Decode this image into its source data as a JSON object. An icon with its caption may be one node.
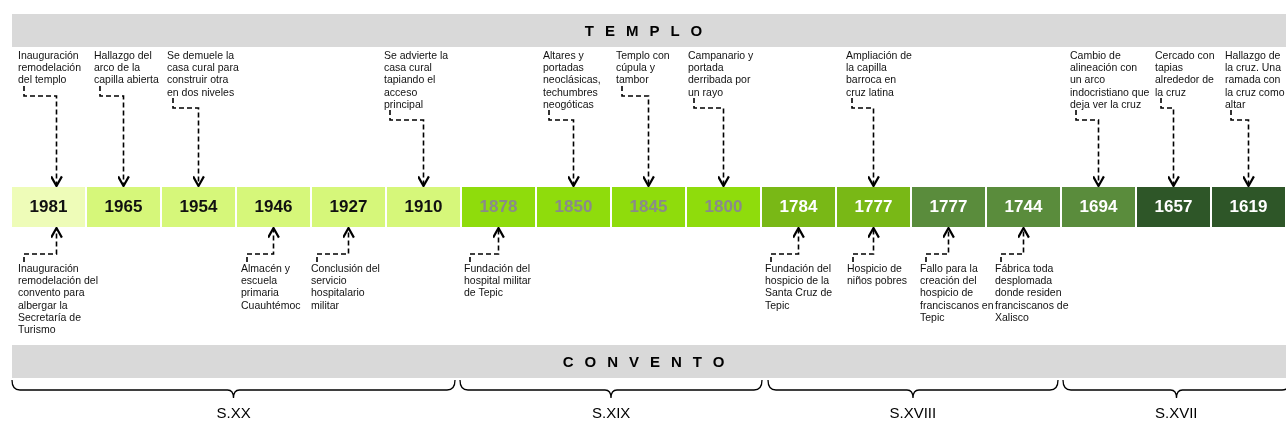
{
  "diagram": {
    "nodes": [
      {
        "text": [
          "TEMPLO"
        ]
      },
      {
        "text": [
          "Inauguración remodelación del templo"
        ]
      },
      {
        "text": [
          "Hallazgo del arco de la capilla abierta"
        ]
      },
      {
        "text": [
          "Se demuele la casa cural para construir otra en dos niveles"
        ]
      },
      {
        "text": [
          "Se advierte la casa cural tapiando el acceso principal"
        ]
      },
      {
        "text": [
          "Altares y portadas neoclásicas, techumbres neogóticas"
        ]
      },
      {
        "text": [
          "Templo con cúpula y tambor"
        ]
      },
      {
        "text": [
          "Campanario y portada derribada por un rayo"
        ]
      },
      {
        "text": [
          "Ampliación de la capilla barroca en cruz latina"
        ]
      },
      {
        "text": [
          "Cambio de alineación con un arco indocristiano que deja ver la cruz"
        ]
      },
      {
        "text": [
          "Cercado con tapias alrededor de la cruz"
        ]
      },
      {
        "text": [
          "Hallazgo de la cruz. Una ramada con la cruz como altar"
        ]
      },
      {
        "text": [
          "1981"
        ]
      },
      {
        "text": [
          "1965"
        ]
      },
      {
        "text": [
          "1954"
        ]
      },
      {
        "text": [
          "1946"
        ]
      },
      {
        "text": [
          "1927"
        ]
      },
      {
        "text": [
          "1910"
        ]
      },
      {
        "text": [
          "1878"
        ]
      },
      {
        "text": [
          "1850"
        ]
      },
      {
        "text": [
          "1845"
        ]
      },
      {
        "text": [
          "1800"
        ]
      },
      {
        "text": [
          "1784"
        ]
      },
      {
        "text": [
          "1777"
        ]
      },
      {
        "text": [
          "1777"
        ]
      },
      {
        "text": [
          "1744"
        ]
      },
      {
        "text": [
          "1694"
        ]
      },
      {
        "text": [
          "1657"
        ]
      },
      {
        "text": [
          "1619"
        ]
      },
      {
        "text": [
          "Inauguración remodelación del convento para albergar la Secretaría de Turismo"
        ]
      },
      {
        "text": [
          "Almacén y escuela primaria Cuauhtémoc"
        ]
      },
      {
        "text": [
          "Conclusión del servicio hospitalario militar"
        ]
      },
      {
        "text": [
          "Fundación del hospital militar de Tepic"
        ]
      },
      {
        "text": [
          "Fundación del hospicio de la Santa Cruz de Tepic"
        ]
      },
      {
        "text": [
          "Hospicio de niños pobres"
        ]
      },
      {
        "text": [
          "Fallo para la creación del hospicio de franciscanos en Tepic"
        ]
      },
      {
        "text": [
          "Fábrica toda desplomada donde residen franciscanos de Xalisco"
        ]
      },
      {
        "text": [
          "CONVENTO"
        ]
      }
    ],
    "edges": [
      {
        "from": 1,
        "to": 12,
        "arrow": "to",
        "style": "dashed"
      },
      {
        "from": 2,
        "to": 13,
        "arrow": "to",
        "style": "dashed"
      },
      {
        "from": 3,
        "to": 14,
        "arrow": "to",
        "style": "dashed"
      },
      {
        "from": 4,
        "to": 17,
        "arrow": "to",
        "style": "dashed"
      },
      {
        "from": 5,
        "to": 19,
        "arrow": "to",
        "style": "dashed"
      },
      {
        "from": 6,
        "to": 20,
        "arrow": "to",
        "style": "dashed"
      },
      {
        "from": 7,
        "to": 21,
        "arrow": "to",
        "style": "dashed"
      },
      {
        "from": 8,
        "to": 23,
        "arrow": "to",
        "style": "dashed"
      },
      {
        "from": 9,
        "to": 26,
        "arrow": "to",
        "style": "dashed"
      },
      {
        "from": 10,
        "to": 27,
        "arrow": "to",
        "style": "dashed"
      },
      {
        "from": 11,
        "to": 28,
        "arrow": "to",
        "style": "dashed"
      },
      {
        "from": 29,
        "to": 12,
        "arrow": "to",
        "style": "dashed"
      },
      {
        "from": 30,
        "to": 15,
        "arrow": "to",
        "style": "dashed"
      },
      {
        "from": 31,
        "to": 16,
        "arrow": "to",
        "style": "dashed"
      },
      {
        "from": 32,
        "to": 18,
        "arrow": "to",
        "style": "dashed"
      },
      {
        "from": 33,
        "to": 22,
        "arrow": "to",
        "style": "dashed"
      },
      {
        "from": 34,
        "to": 23,
        "arrow": "to",
        "style": "dashed"
      },
      {
        "from": 35,
        "to": 24,
        "arrow": "to",
        "style": "dashed"
      },
      {
        "from": 36,
        "to": 25,
        "arrow": "to",
        "style": "dashed"
      }
    ],
    "labels": [
      "S.XX",
      "S.XIX",
      "S.XVIII",
      "S.XVII"
    ]
  }
}
